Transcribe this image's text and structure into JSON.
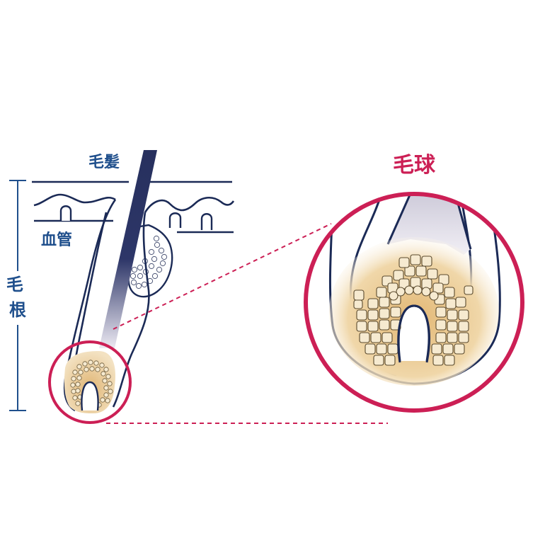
{
  "labels": {
    "hair": "毛髪",
    "blood_vessel": "血管",
    "hair_root": "毛根",
    "hair_bulb": "毛球"
  },
  "colors": {
    "navy": "#1b2a56",
    "label_blue": "#1f4f8c",
    "magenta": "#cc1f55",
    "bulb_fill": "#e9c98f",
    "cell_fill": "#f6ead0",
    "hair_shaft": "#27305e"
  }
}
